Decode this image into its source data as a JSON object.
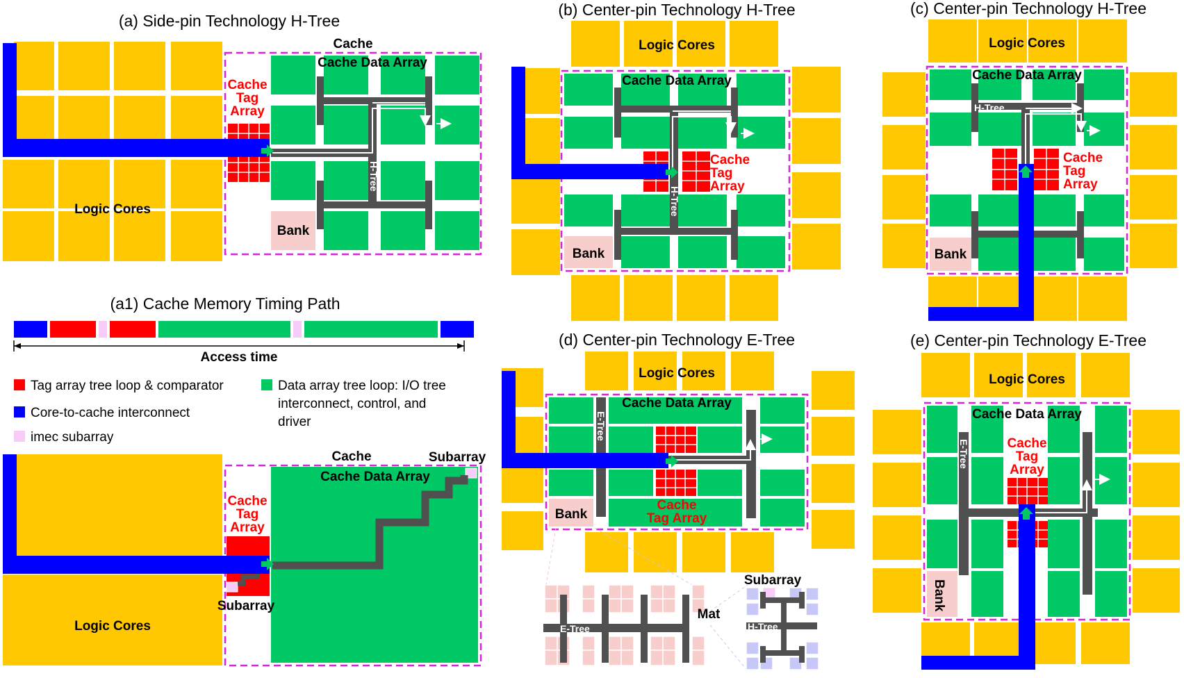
{
  "colors": {
    "logic": "#FFC800",
    "data": "#00C864",
    "tag": "#FF0000",
    "blue": "#0000FF",
    "pink": "#F8CECC",
    "wire": "#505050",
    "border": "#E020E0",
    "light_blue": "#C8C8F8"
  },
  "panel_a": {
    "caption": "(a) Side-pin Technology H-Tree",
    "cache": "Cache",
    "cache_data_array": "Cache Data Array",
    "tag_lines": [
      "Cache",
      "Tag",
      "Array"
    ],
    "htree": "H-Tree",
    "bank": "Bank",
    "logic_cores": "Logic Cores"
  },
  "panel_a1": {
    "caption": "(a1) Cache Memory Timing Path",
    "access_time": "Access time",
    "segments": [
      "blue",
      "tag",
      "pink",
      "tag",
      "data",
      "pink",
      "data",
      "blue"
    ]
  },
  "legend": {
    "tag": "Tag array tree loop & comparator",
    "core": "Core-to-cache interconnect",
    "imec": "imec subarray",
    "data_lines": [
      "Data array tree loop: I/O tree",
      "interconnect, control, and",
      "driver"
    ]
  },
  "panel_a2": {
    "cache": "Cache",
    "subarray_top": "Subarray",
    "cache_data_array": "Cache Data Array",
    "tag_lines": [
      "Cache",
      "Tag",
      "Array"
    ],
    "subarray_bottom": "Subarray",
    "logic_cores": "Logic Cores"
  },
  "panel_b": {
    "caption": "(b) Center-pin Technology H-Tree",
    "logic_cores": "Logic Cores",
    "cache_data_array": "Cache Data Array",
    "tag_lines": [
      "Cache",
      "Tag",
      "Array"
    ],
    "htree": "H-Tree",
    "bank": "Bank"
  },
  "panel_c": {
    "caption": "(c) Center-pin Technology H-Tree",
    "logic_cores": "Logic Cores",
    "cache_data_array": "Cache Data Array",
    "htree": "H-Tree",
    "tag_lines": [
      "Cache",
      "Tag",
      "Array"
    ],
    "bank": "Bank"
  },
  "panel_d": {
    "caption": "(d) Center-pin Technology E-Tree",
    "logic_cores": "Logic Cores",
    "cache_data_array": "Cache Data Array",
    "etree": "E-Tree",
    "bank": "Bank",
    "tag_lines": [
      "Cache",
      "Tag Array"
    ],
    "subarray": "Subarray",
    "mat": "Mat",
    "etree_small": "E-Tree",
    "htree_small": "H-Tree"
  },
  "panel_e": {
    "caption": "(e) Center-pin Technology E-Tree",
    "logic_cores": "Logic Cores",
    "cache_data_array": "Cache Data Array",
    "tag_lines": [
      "Cache",
      "Tag",
      "Array"
    ],
    "etree": "E-Tree",
    "bank": "Bank"
  }
}
